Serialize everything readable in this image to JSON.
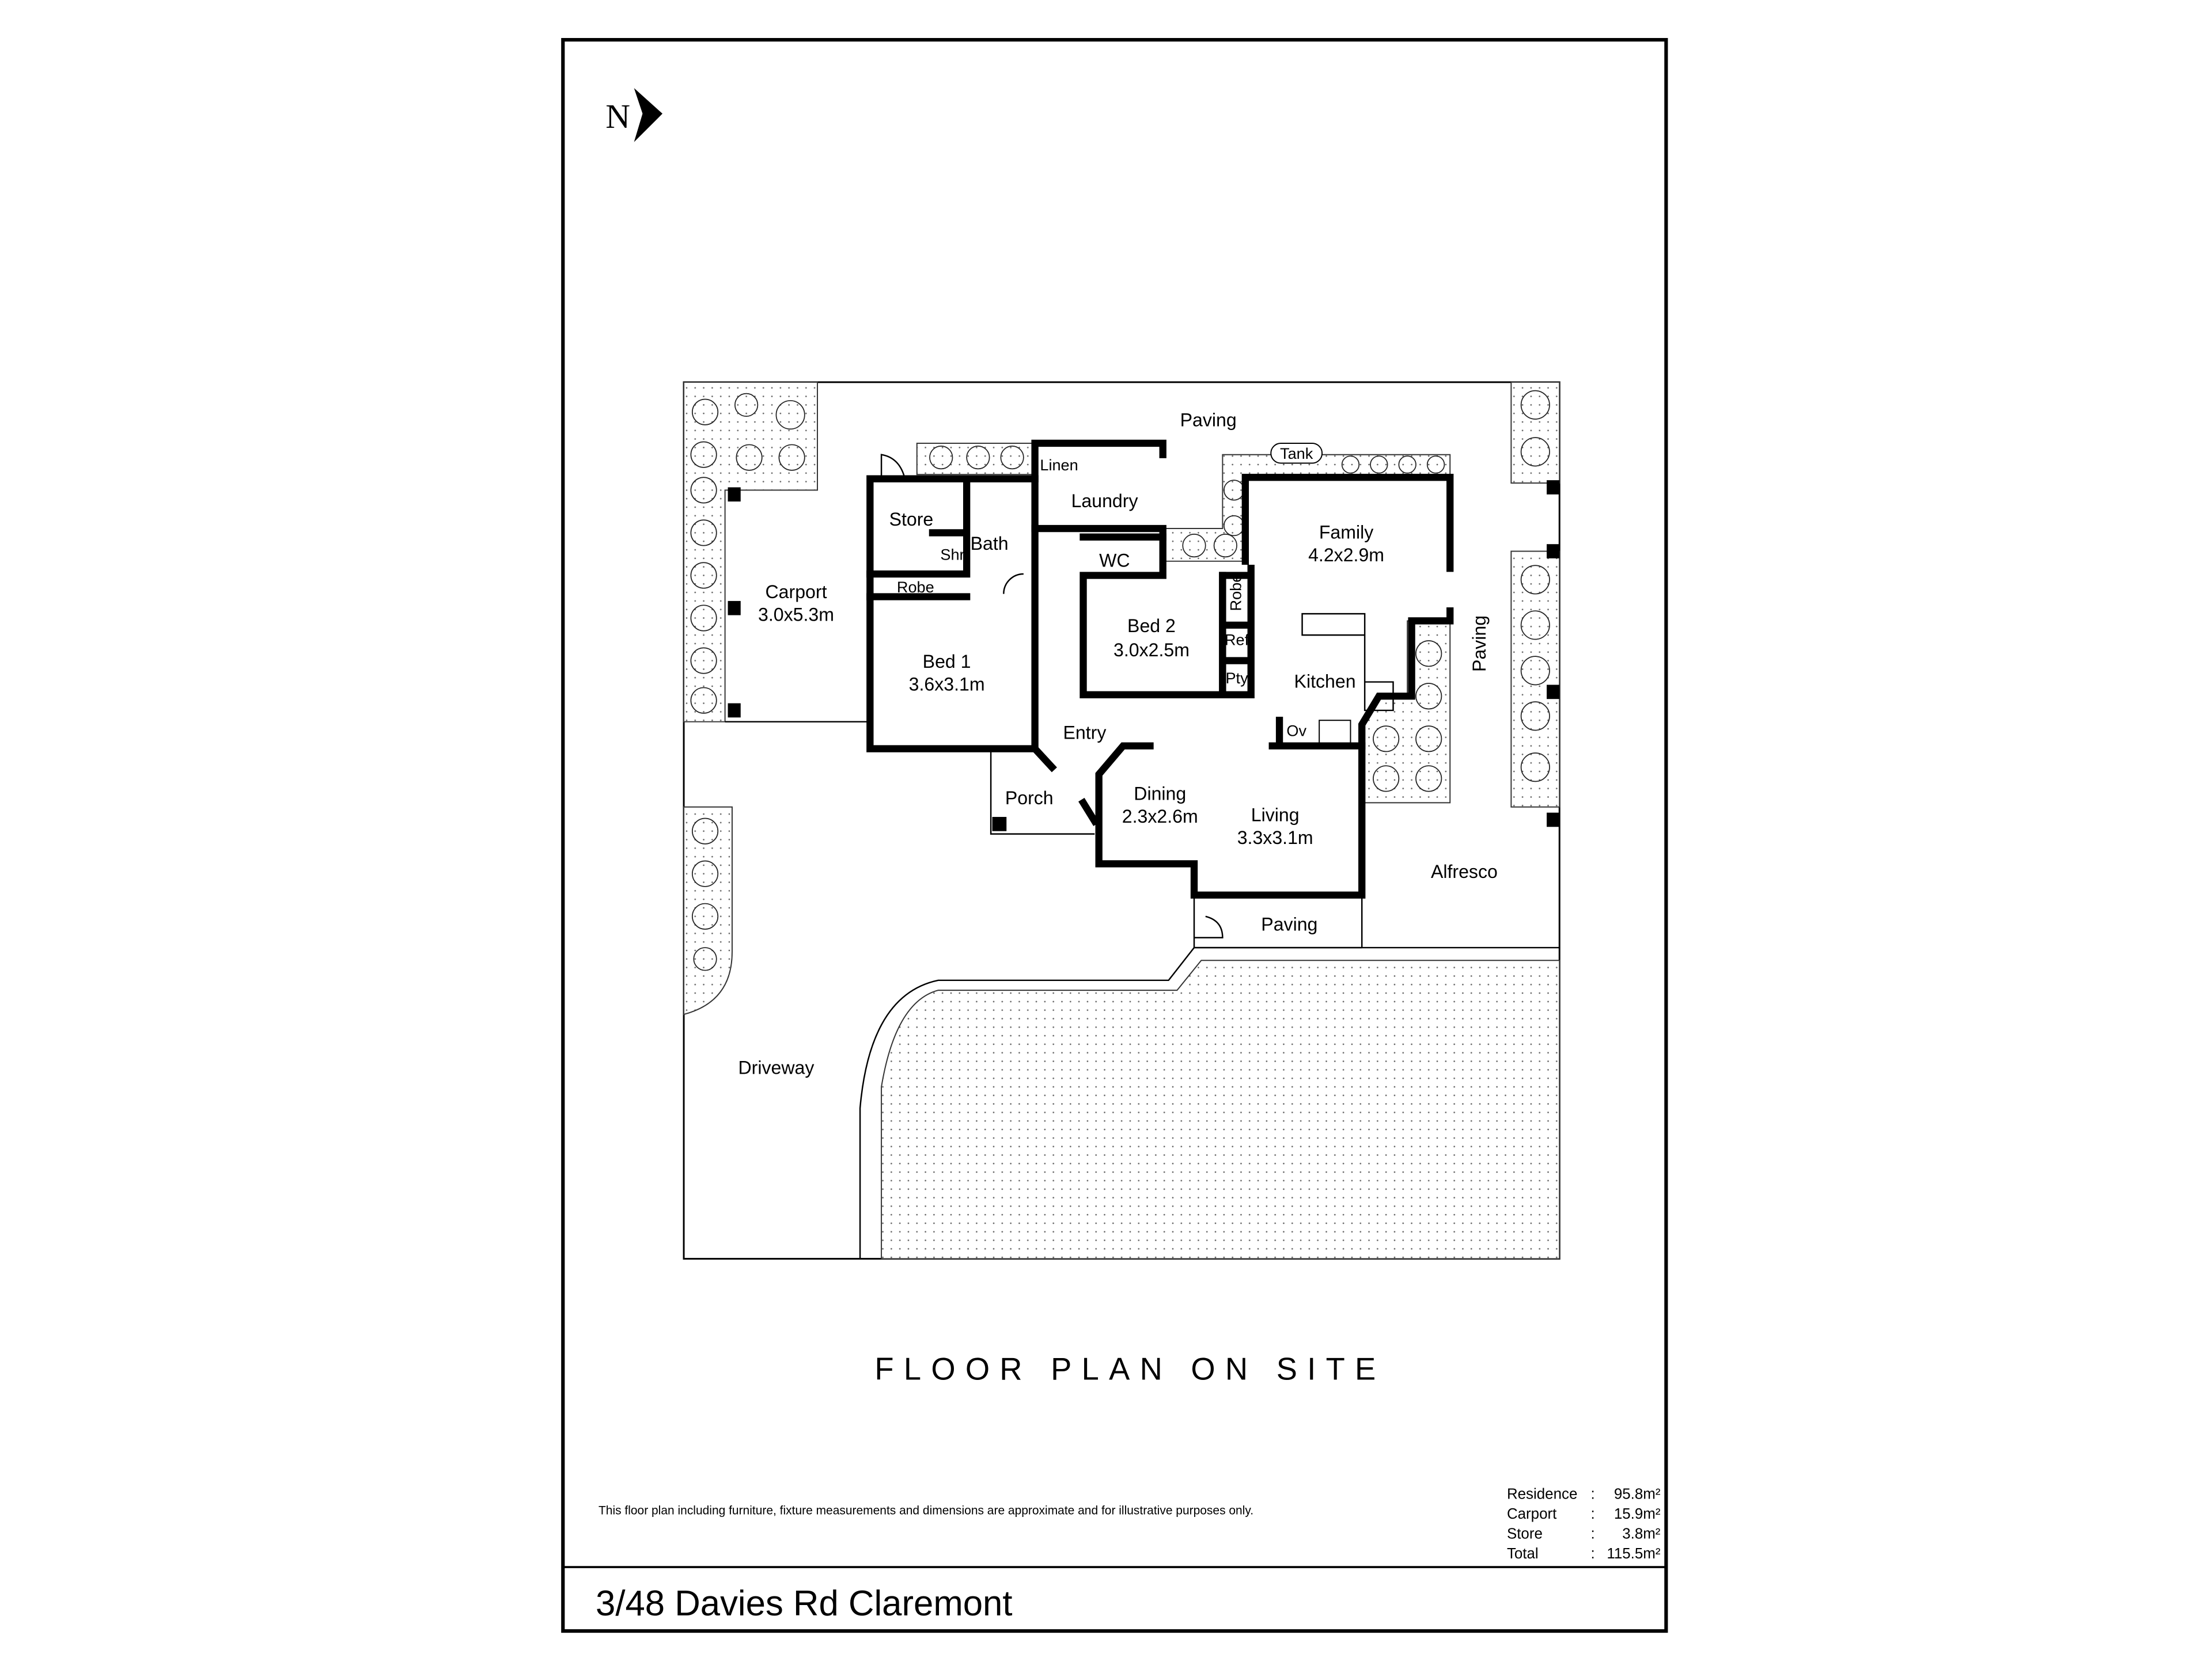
{
  "north_label": "N",
  "heading": "FLOOR PLAN ON SITE",
  "disclaimer": "This floor plan including furniture, fixture measurements and dimensions are approximate and for illustrative purposes only.",
  "address": "3/48 Davies Rd Claremont",
  "areas": [
    {
      "label": "Residence",
      "sep": ":",
      "value": "95.8m²"
    },
    {
      "label": "Carport",
      "sep": ":",
      "value": "15.9m²"
    },
    {
      "label": "Store",
      "sep": ":",
      "value": "3.8m²"
    },
    {
      "label": "Total",
      "sep": ":",
      "value": "115.5m²"
    }
  ],
  "rooms": {
    "paving_top": "Paving",
    "tank": "Tank",
    "linen": "Linen",
    "laundry": "Laundry",
    "store": "Store",
    "shr": "Shr",
    "bath": "Bath",
    "wc": "WC",
    "robe1": "Robe",
    "robe2": "Robe",
    "ref": "Ref",
    "pty": "Pty",
    "carport": "Carport",
    "carport_dim": "3.0x5.3m",
    "bed1": "Bed 1",
    "bed1_dim": "3.6x3.1m",
    "bed2": "Bed 2",
    "bed2_dim": "3.0x2.5m",
    "family": "Family",
    "family_dim": "4.2x2.9m",
    "kitchen": "Kitchen",
    "ov": "Ov",
    "entry": "Entry",
    "porch": "Porch",
    "dining": "Dining",
    "dining_dim": "2.3x2.6m",
    "living": "Living",
    "living_dim": "3.3x3.1m",
    "paving_right": "Paving",
    "alfresco": "Alfresco",
    "paving_bottom": "Paving",
    "driveway": "Driveway"
  }
}
